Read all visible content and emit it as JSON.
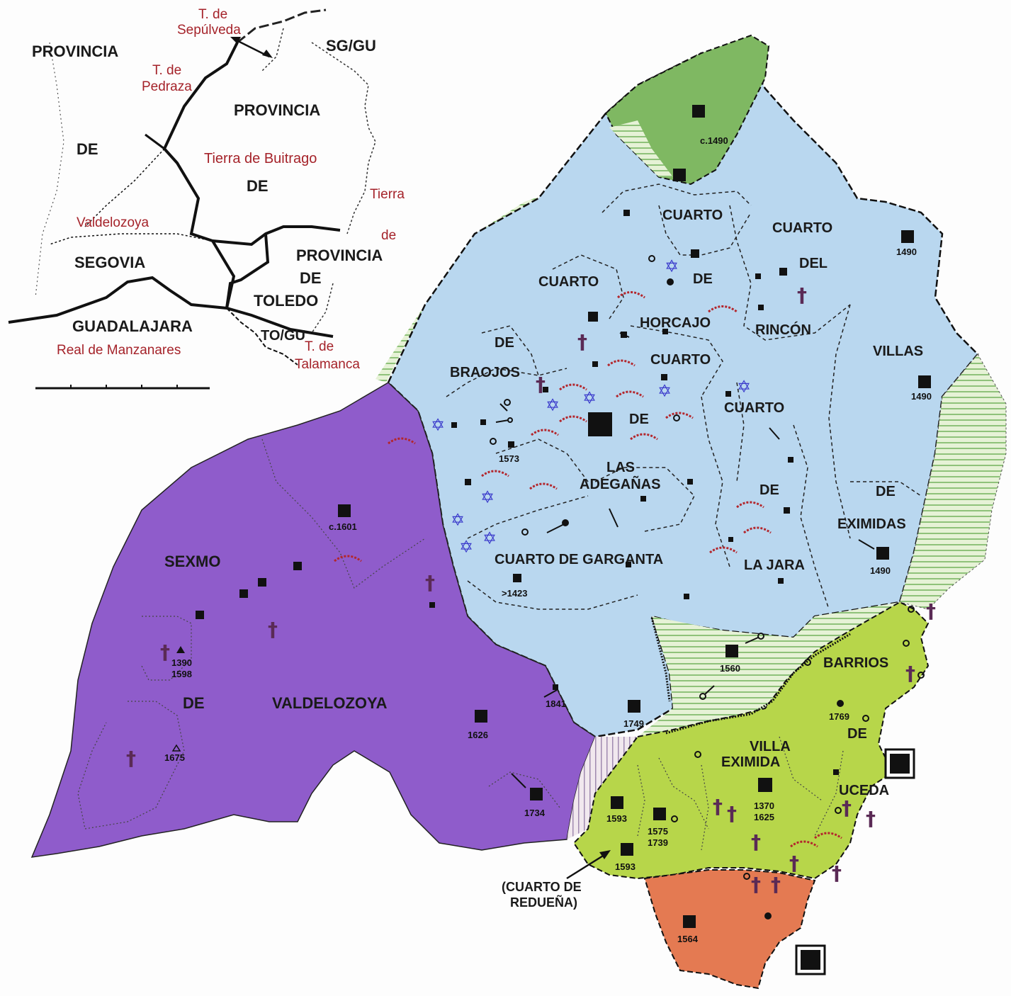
{
  "inset_map": {
    "labels": {
      "provincia_nw": "PROVINCIA",
      "de_w": "DE",
      "segovia": "SEGOVIA",
      "guadalajara": "GUADALAJARA",
      "provincia_c": "PROVINCIA",
      "de_c": "DE",
      "provincia_toledo_1": "PROVINCIA",
      "provincia_toledo_2": "DE",
      "provincia_toledo_3": "TOLEDO",
      "sg_gu": "SG/GU",
      "to_gu": "TO/GU"
    },
    "red_labels": {
      "t_sepulveda_1": "T. de",
      "t_sepulveda_2": "Sepúlveda",
      "t_pedraza_1": "T. de",
      "t_pedraza_2": "Pedraza",
      "tierra_buitrago": "Tierra de Buitrago",
      "valdelozoya": "Valdelozoya",
      "real_manzanares": "Real de Manzanares",
      "tierra": "Tierra",
      "de": "de",
      "t_talamanca_1": "T. de",
      "t_talamanca_2": "Talamanca"
    }
  },
  "regions": {
    "cuarto_1": "CUARTO",
    "de_1": "DE",
    "horcajo": "HORCAJO",
    "cuarto_2": "CUARTO",
    "del": "DEL",
    "rincon": "RINCÓN",
    "cuarto_3": "CUARTO",
    "de_2": "DE",
    "braojos": "BRAOJOS",
    "cuarto_4": "CUARTO",
    "de_3": "DE",
    "las": "LAS",
    "adeganas": "ADEGAÑAS",
    "cuarto_5": "CUARTO",
    "de_4": "DE",
    "la_jara": "LA JARA",
    "villas": "VILLAS",
    "de_5": "DE",
    "eximidas": "EXIMIDAS",
    "cuarto_garganta": "CUARTO DE GARGANTA",
    "sexmo": "SEXMO",
    "de_6": "DE",
    "valdelozoya": "VALDELOZOYA",
    "barrios": "BARRIOS",
    "de_7": "DE",
    "uceda": "UCEDA",
    "villa": "VILLA",
    "eximida": "EXIMIDA",
    "cuarto_redeuna_1": "(CUARTO DE",
    "cuarto_redeuna_2": "REDUEÑA)"
  },
  "years": {
    "y_c1490": "c.1490",
    "y_1490a": "1490",
    "y_1490b": "1490",
    "y_1490c": "1490",
    "y_1573": "1573",
    "y_1423": ">1423",
    "y_c1601": "c.1601",
    "y_1390": "1390",
    "y_1598": "1598",
    "y_1675": "1675",
    "y_1841": "1841",
    "y_1626": "1626",
    "y_1734": "1734",
    "y_1560": "1560",
    "y_1749": "1749",
    "y_1769": "1769",
    "y_1370": "1370",
    "y_1625": "1625",
    "y_1593a": "1593",
    "y_1575": "1575",
    "y_1739": "1739",
    "y_1593b": "1593",
    "y_1564": "1564"
  },
  "colors": {
    "light_blue": "#b9d7ef",
    "purple": "#8f5ccb",
    "lime": "#b7d64a",
    "dark_green": "#7fb862",
    "orange": "#e47a52",
    "hatch_green": "#bfdd9b",
    "text_red": "#a5232a"
  },
  "icons": [
    "town-square-icon",
    "cross-icon",
    "star-of-david-icon",
    "arc-icon",
    "circle-icon",
    "key-icon",
    "triangle-icon"
  ]
}
